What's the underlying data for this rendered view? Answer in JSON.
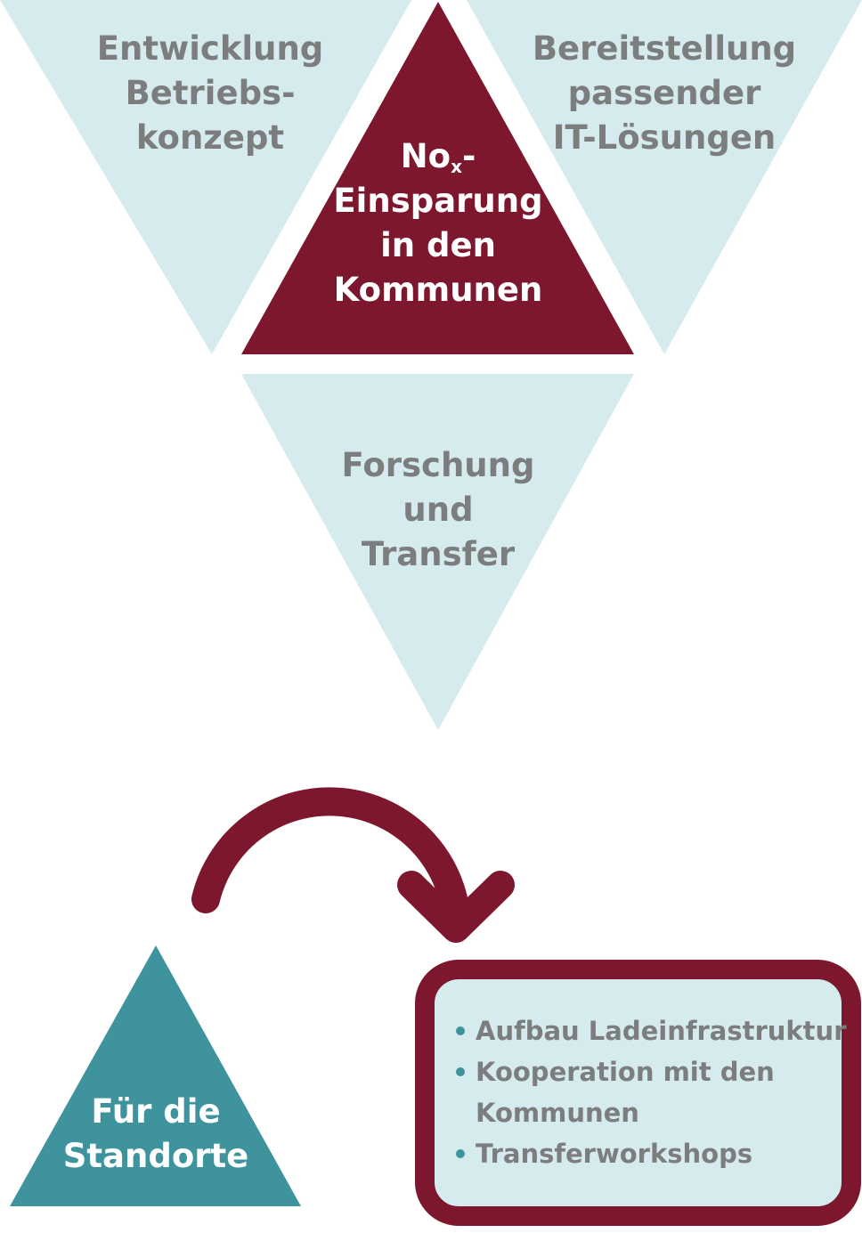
{
  "colors": {
    "light_triangle": "#d6ebee",
    "dark_red": "#7d172e",
    "teal": "#3e939d",
    "box_fill": "#d6ebee",
    "gray_text": "#7b7d7e",
    "white_text": "#ffffff"
  },
  "triangles": {
    "top_left": {
      "lines": [
        "Entwicklung",
        "Betriebs-",
        "konzept"
      ]
    },
    "top_right": {
      "lines": [
        "Bereitstellung",
        "passender",
        "IT-Lösungen"
      ]
    },
    "center": {
      "line1_main": "No",
      "line1_sub": "x",
      "line1_suffix": "-",
      "lines": [
        "Einsparung",
        "in den",
        "Kommunen"
      ]
    },
    "bottom": {
      "lines": [
        "Forschung",
        "und",
        "Transfer"
      ]
    },
    "standorte": {
      "lines": [
        "Für die",
        "Standorte"
      ]
    }
  },
  "list": {
    "items": [
      {
        "line1": "Aufbau Ladeinfrastruktur"
      },
      {
        "line1": "Kooperation mit den",
        "line2": "Kommunen"
      },
      {
        "line1": "Transferworkshops"
      }
    ]
  }
}
